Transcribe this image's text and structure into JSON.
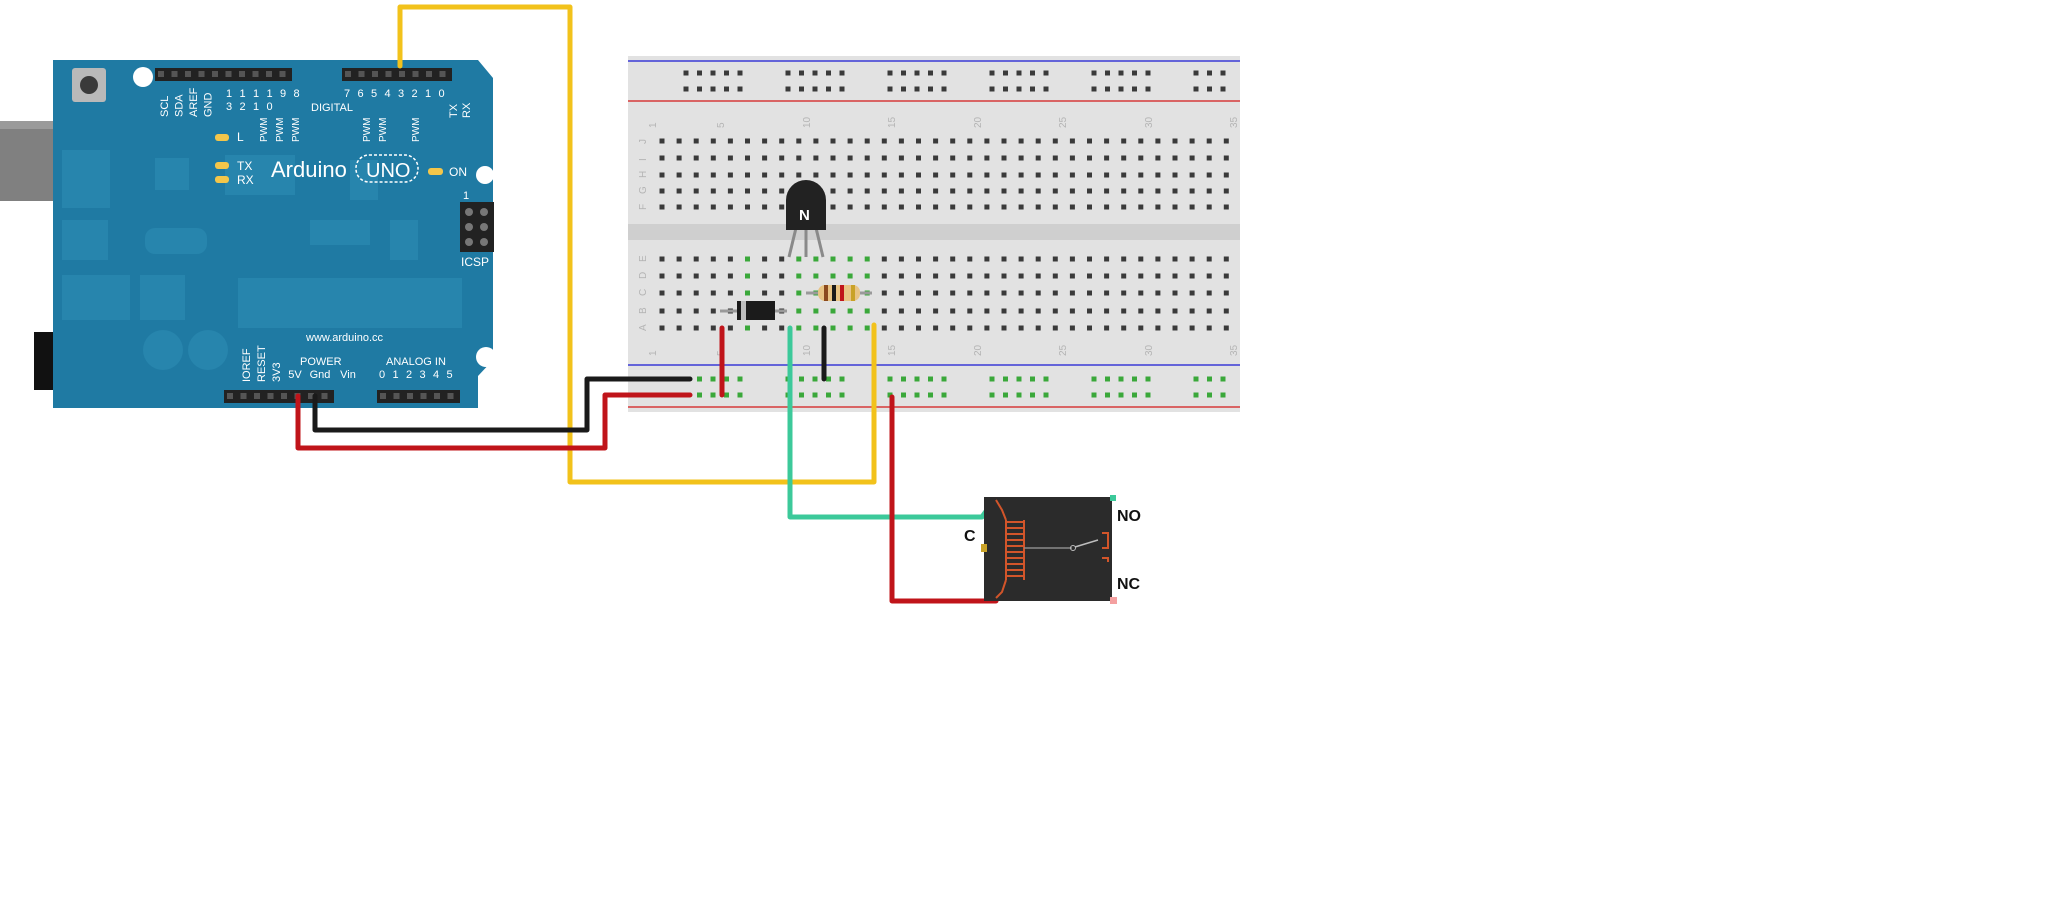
{
  "arduino": {
    "brand": "Arduino",
    "model": "UNO",
    "url": "www.arduino.cc",
    "on_label": "ON",
    "l_label": "L",
    "tx_label": "TX",
    "rx_label": "RX",
    "icsp_label": "ICSP",
    "icsp_pin1": "1",
    "digital_label": "DIGITAL",
    "power_label": "POWER",
    "analog_label": "ANALOG IN",
    "top_pins": [
      "SCL",
      "SDA",
      "AREF",
      "GND"
    ],
    "high_pins": [
      "1 3",
      "1 2",
      "1 1",
      "1 0",
      "9",
      "8"
    ],
    "low_pins": [
      "7",
      "6",
      "5",
      "4",
      "3",
      "2",
      "1",
      "0"
    ],
    "tx_pin": "TX",
    "rx_pin": "RX",
    "pwm_high": [
      "PWM",
      "PWM",
      "PWM"
    ],
    "pwm_low": [
      "PWM",
      "PWM",
      "PWM"
    ],
    "power_pins": [
      "IOREF",
      "RESET",
      "3V3",
      "5V",
      "Gnd",
      "Vin"
    ],
    "analog_pins": [
      "0",
      "1",
      "2",
      "3",
      "4",
      "5"
    ]
  },
  "breadboard": {
    "top_numbers": [
      "1",
      "5",
      "10",
      "15",
      "20",
      "25",
      "30",
      "35"
    ],
    "bottom_numbers": [
      "1",
      "5",
      "10",
      "15",
      "20",
      "25",
      "30",
      "35"
    ],
    "row_letters_top": [
      "J",
      "I",
      "H",
      "G",
      "F"
    ],
    "row_letters_bottom": [
      "E",
      "D",
      "C",
      "B",
      "A"
    ]
  },
  "transistor": {
    "label": "N"
  },
  "relay": {
    "common": "C",
    "normally_open": "NO",
    "normally_closed": "NC"
  },
  "colors": {
    "board": "#1f7aa3",
    "wire_yellow": "#f2c21b",
    "wire_red": "#c0141a",
    "wire_black": "#1a1a1a",
    "wire_teal": "#3cc99a",
    "relay_body": "#2b2b2b",
    "coil": "#d2552a"
  }
}
